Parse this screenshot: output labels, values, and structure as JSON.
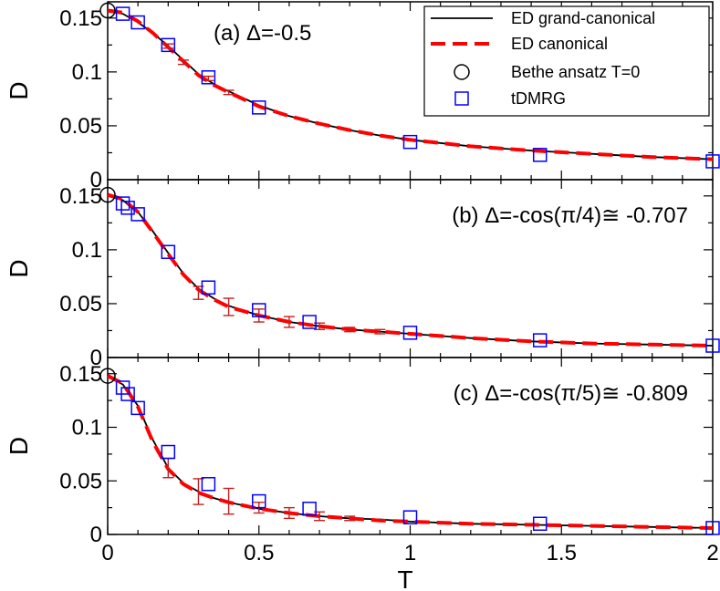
{
  "chart_data": {
    "type": "line",
    "xlabel": "T",
    "xlim": [
      0,
      2
    ],
    "x_ticks": [
      "0",
      "0.5",
      "1",
      "1.5",
      "2"
    ],
    "legend": {
      "placement": "top-right",
      "entries": [
        {
          "label": "ED grand-canonical",
          "color": "#000000",
          "style": "solid-line"
        },
        {
          "label": "ED canonical",
          "color": "#ff0000",
          "style": "dashed-line"
        },
        {
          "label": "Bethe ansatz T=0",
          "color": "#000000",
          "style": "circle"
        },
        {
          "label": "tDMRG",
          "color": "#0000ff",
          "style": "square"
        }
      ]
    },
    "panels": [
      {
        "id": "a",
        "annotation": "(a) Δ=-0.5",
        "ylabel": "D",
        "ylim": [
          0,
          0.16
        ],
        "y_ticks": [
          {
            "v": 0,
            "t": "0"
          },
          {
            "v": 0.05,
            "t": "0.05"
          },
          {
            "v": 0.1,
            "t": "0.1"
          },
          {
            "v": 0.15,
            "t": "0.15"
          }
        ],
        "series": [
          {
            "name": "ED grand-canonical",
            "x": [
              0,
              0.05,
              0.1,
              0.15,
              0.2,
              0.25,
              0.3,
              0.35,
              0.4,
              0.5,
              0.6,
              0.7,
              0.8,
              0.9,
              1.0,
              1.2,
              1.4,
              1.6,
              1.8,
              2.0
            ],
            "y": [
              0.156,
              0.154,
              0.146,
              0.136,
              0.124,
              0.111,
              0.098,
              0.089,
              0.082,
              0.069,
              0.059,
              0.052,
              0.046,
              0.041,
              0.037,
              0.031,
              0.027,
              0.024,
              0.021,
              0.019
            ]
          },
          {
            "name": "ED canonical",
            "x": [
              0,
              0.05,
              0.1,
              0.15,
              0.2,
              0.25,
              0.3,
              0.35,
              0.4,
              0.5,
              0.6,
              0.7,
              0.8,
              0.9,
              1.0,
              1.2,
              1.4,
              1.6,
              1.8,
              2.0
            ],
            "y": [
              0.157,
              0.155,
              0.147,
              0.136,
              0.123,
              0.11,
              0.097,
              0.088,
              0.081,
              0.068,
              0.059,
              0.052,
              0.046,
              0.041,
              0.037,
              0.031,
              0.027,
              0.024,
              0.021,
              0.019
            ]
          },
          {
            "name": "Bethe ansatz T=0",
            "x": [
              0
            ],
            "y": [
              0.157
            ]
          },
          {
            "name": "tDMRG",
            "x": [
              0.05,
              0.1,
              0.2,
              0.333,
              0.5,
              1.0,
              1.429,
              2.0
            ],
            "y": [
              0.154,
              0.146,
              0.125,
              0.095,
              0.067,
              0.035,
              0.023,
              0.017
            ]
          },
          {
            "name": "errorbars",
            "x": [
              0.2,
              0.25,
              0.333,
              0.4
            ],
            "y": [
              0.124,
              0.109,
              0.094,
              0.081
            ],
            "err": [
              0.002,
              0.002,
              0.002,
              0.002
            ]
          }
        ]
      },
      {
        "id": "b",
        "annotation": "(b) Δ=-cos(π/4)≅ -0.707",
        "ylabel": "D",
        "ylim": [
          0,
          0.16
        ],
        "y_ticks": [
          {
            "v": 0,
            "t": "0"
          },
          {
            "v": 0.05,
            "t": "0.05"
          },
          {
            "v": 0.1,
            "t": "0.1"
          },
          {
            "v": 0.15,
            "t": "0.15"
          }
        ],
        "series": [
          {
            "name": "ED grand-canonical",
            "x": [
              0,
              0.05,
              0.1,
              0.15,
              0.2,
              0.25,
              0.3,
              0.35,
              0.4,
              0.5,
              0.6,
              0.7,
              0.8,
              0.9,
              1.0,
              1.2,
              1.4,
              1.6,
              1.8,
              2.0
            ],
            "y": [
              0.15,
              0.146,
              0.135,
              0.117,
              0.097,
              0.078,
              0.064,
              0.055,
              0.048,
              0.039,
              0.033,
              0.029,
              0.026,
              0.024,
              0.022,
              0.018,
              0.015,
              0.013,
              0.012,
              0.011
            ]
          },
          {
            "name": "ED canonical",
            "x": [
              0,
              0.05,
              0.1,
              0.15,
              0.2,
              0.25,
              0.3,
              0.35,
              0.4,
              0.5,
              0.6,
              0.7,
              0.8,
              0.9,
              1.0,
              1.2,
              1.4,
              1.6,
              1.8,
              2.0
            ],
            "y": [
              0.151,
              0.147,
              0.135,
              0.116,
              0.096,
              0.077,
              0.063,
              0.054,
              0.047,
              0.039,
              0.033,
              0.029,
              0.026,
              0.024,
              0.022,
              0.018,
              0.015,
              0.013,
              0.012,
              0.011
            ]
          },
          {
            "name": "Bethe ansatz T=0",
            "x": [
              0
            ],
            "y": [
              0.151
            ]
          },
          {
            "name": "tDMRG",
            "x": [
              0.05,
              0.0667,
              0.1,
              0.2,
              0.333,
              0.5,
              0.667,
              1.0,
              1.429,
              2.0
            ],
            "y": [
              0.143,
              0.139,
              0.133,
              0.098,
              0.065,
              0.044,
              0.033,
              0.023,
              0.016,
              0.011
            ]
          },
          {
            "name": "errorbars",
            "x": [
              0.3,
              0.4,
              0.5,
              0.6,
              0.7,
              0.8,
              0.9
            ],
            "y": [
              0.06,
              0.047,
              0.039,
              0.033,
              0.029,
              0.026,
              0.024
            ],
            "err": [
              0.006,
              0.008,
              0.006,
              0.005,
              0.003,
              0.002,
              0.002
            ]
          }
        ]
      },
      {
        "id": "c",
        "annotation": "(c) Δ=-cos(π/5)≅ -0.809",
        "ylabel": "D",
        "ylim": [
          0,
          0.16
        ],
        "y_ticks": [
          {
            "v": 0,
            "t": "0"
          },
          {
            "v": 0.05,
            "t": "0.05"
          },
          {
            "v": 0.1,
            "t": "0.1"
          },
          {
            "v": 0.15,
            "t": "0.15"
          }
        ],
        "series": [
          {
            "name": "ED grand-canonical",
            "x": [
              0,
              0.05,
              0.1,
              0.15,
              0.2,
              0.25,
              0.3,
              0.35,
              0.4,
              0.5,
              0.6,
              0.7,
              0.8,
              0.9,
              1.0,
              1.2,
              1.4,
              1.6,
              1.8,
              2.0
            ],
            "y": [
              0.147,
              0.14,
              0.12,
              0.088,
              0.062,
              0.048,
              0.04,
              0.034,
              0.03,
              0.024,
              0.02,
              0.017,
              0.015,
              0.014,
              0.012,
              0.01,
              0.009,
              0.008,
              0.007,
              0.006
            ]
          },
          {
            "name": "ED canonical",
            "x": [
              0,
              0.05,
              0.1,
              0.15,
              0.2,
              0.25,
              0.3,
              0.35,
              0.4,
              0.5,
              0.6,
              0.7,
              0.8,
              0.9,
              1.0,
              1.2,
              1.4,
              1.6,
              1.8,
              2.0
            ],
            "y": [
              0.148,
              0.141,
              0.119,
              0.086,
              0.061,
              0.047,
              0.039,
              0.034,
              0.03,
              0.024,
              0.02,
              0.017,
              0.015,
              0.013,
              0.012,
              0.01,
              0.009,
              0.008,
              0.007,
              0.006
            ]
          },
          {
            "name": "Bethe ansatz T=0",
            "x": [
              0
            ],
            "y": [
              0.148
            ]
          },
          {
            "name": "tDMRG",
            "x": [
              0.05,
              0.0667,
              0.1,
              0.2,
              0.333,
              0.5,
              0.667,
              1.0,
              1.429,
              2.0
            ],
            "y": [
              0.137,
              0.131,
              0.118,
              0.077,
              0.047,
              0.031,
              0.024,
              0.016,
              0.01,
              0.006
            ]
          },
          {
            "name": "errorbars",
            "x": [
              0.2,
              0.3,
              0.4,
              0.5,
              0.6,
              0.7,
              0.8
            ],
            "y": [
              0.062,
              0.04,
              0.031,
              0.025,
              0.02,
              0.017,
              0.015
            ],
            "err": [
              0.009,
              0.012,
              0.012,
              0.005,
              0.005,
              0.004,
              0.002
            ]
          }
        ]
      }
    ]
  }
}
